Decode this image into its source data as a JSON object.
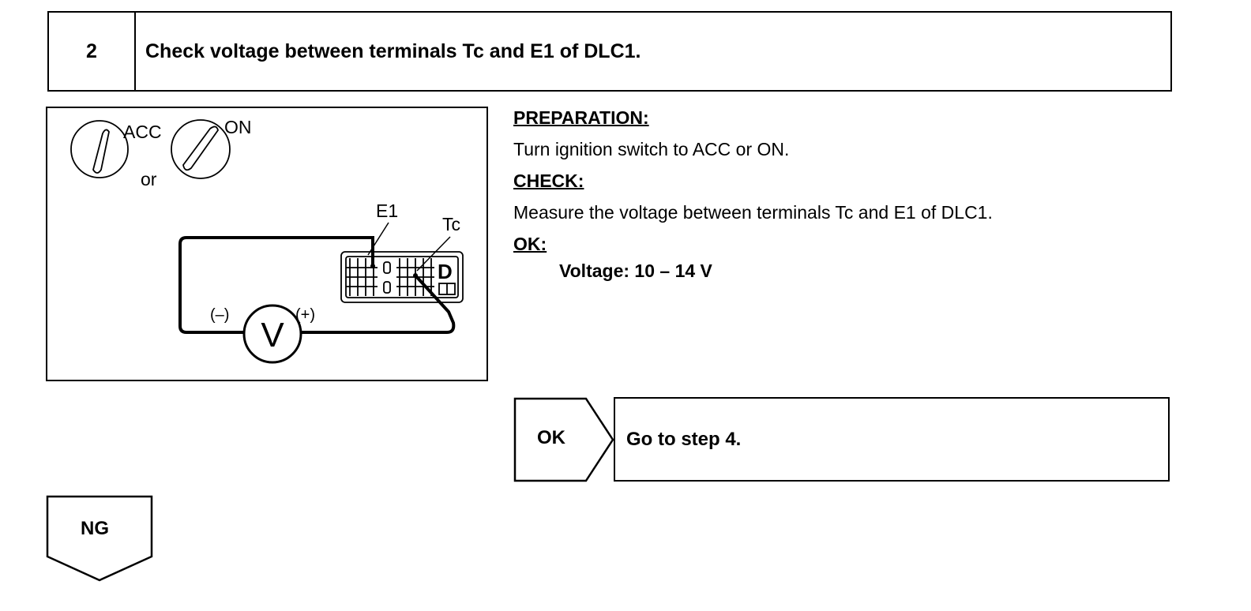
{
  "step": {
    "number": "2",
    "title": "Check voltage between terminals Tc and E1 of DLC1."
  },
  "illustration": {
    "acc_label": "ACC",
    "on_label": "ON",
    "or_label": "or",
    "e1_label": "E1",
    "tc_label": "Tc",
    "connector_letter": "D",
    "minus_label": "(–)",
    "plus_label": "(+)",
    "meter_label": "V"
  },
  "procedure": {
    "preparation_label": "PREPARATION:",
    "preparation_text": "Turn ignition switch to ACC or ON.",
    "check_label": "CHECK:",
    "check_text": "Measure the voltage between terminals Tc and E1 of DLC1.",
    "ok_label": "OK:",
    "spec_text": "Voltage: 10 – 14 V"
  },
  "result": {
    "ok_label": "OK",
    "ok_action": "Go to step 4.",
    "ng_label": "NG"
  }
}
